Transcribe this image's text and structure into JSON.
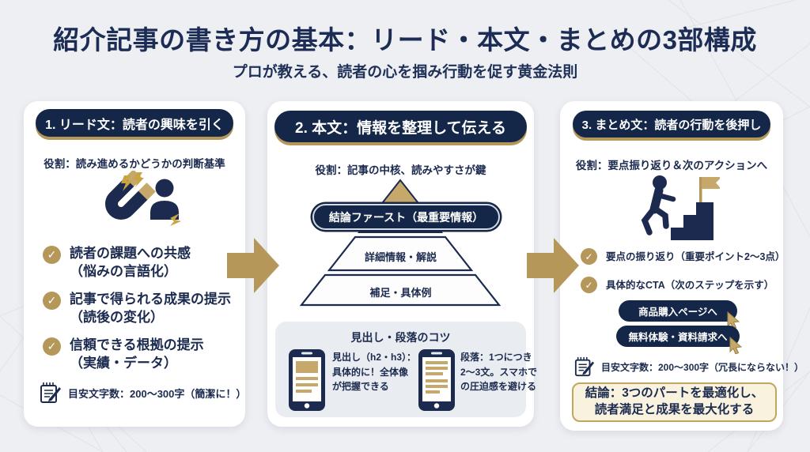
{
  "header": {
    "title": "紹介記事の書き方の基本：リード・本文・まとめの3部構成",
    "subtitle": "プロが教える、読者の心を掴み行動を促す黄金法則"
  },
  "colors": {
    "navy": "#1b2a4e",
    "gold": "#b5975a",
    "page_bg": "#edeff3",
    "card_bg": "#ffffff",
    "tips_bg": "#e9ecf1",
    "conclusion_bg": "#f8f2df"
  },
  "icons": {
    "check": "✓",
    "lead_icon": "magnet-attracting-person",
    "summary_icon": "person-climbing-steps-to-flag",
    "note_icon": "memo-with-pencil",
    "cta_icon": "mouse-cursor"
  },
  "panels": {
    "lead": {
      "header": "1. リード文：読者の興味を引く",
      "role": "役割：読み進めるかどうかの判断基準",
      "checks": [
        {
          "line1": "読者の課題への共感",
          "line2": "（悩みの言語化）"
        },
        {
          "line1": "記事で得られる成果の提示",
          "line2": "（読後の変化）"
        },
        {
          "line1": "信頼できる根拠の提示",
          "line2": "（実績・データ）"
        }
      ],
      "note": "目安文字数：200〜300字（簡潔に！）"
    },
    "body": {
      "header": "2. 本文：情報を整理して伝える",
      "role": "役割：記事の中核、読みやすさが鍵",
      "pyramid": {
        "tier1": "結論ファースト（最重要情報）",
        "tier2": "詳細情報・解説",
        "tier3": "補足・具体例"
      },
      "tips": {
        "title": "見出し・段落のコツ",
        "heading_line1": "見出し（h2・h3）：",
        "heading_line2": "具体的に！全体像",
        "heading_line3": "が把握できる",
        "paragraph_line1": "段落：1つにつき",
        "paragraph_line2": "2〜3文。スマホで",
        "paragraph_line3": "の圧迫感を避ける"
      }
    },
    "summary": {
      "header": "3. まとめ文：読者の行動を後押し",
      "role": "役割：要点振り返り＆次のアクションへ",
      "checks": [
        {
          "line1": "要点の振り返り（重要ポイント2〜3点）"
        },
        {
          "line1": "具体的なCTA（次のステップを示す）"
        }
      ],
      "cta_buttons": [
        {
          "label": "商品購入ページへ"
        },
        {
          "label": "無料体験・資料請求へ"
        }
      ],
      "note": "目安文字数：200〜300字（冗長にならない！）",
      "conclusion_line1": "結論：3つのパートを最適化し、",
      "conclusion_line2": "読者満足と成果を最大化する"
    }
  }
}
